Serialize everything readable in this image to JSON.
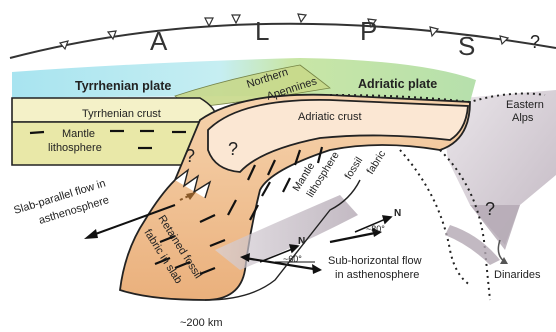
{
  "alps_letters": [
    "A",
    "L",
    "P",
    "S"
  ],
  "plates": {
    "tyrrhenian": "Tyrrhenian plate",
    "adriatic": "Adriatic plate",
    "northern_1": "Northern",
    "northern_2": "Apennines"
  },
  "labels": {
    "tyrrhenian_crust": "Tyrrhenian crust",
    "mantle_1": "Mantle",
    "mantle_2": "lithosphere",
    "adriatic_crust": "Adriatic crust",
    "eastern_1": "Eastern",
    "eastern_2": "Alps",
    "fossil_1": "Mantle",
    "fossil_2": "lithosphere",
    "fossil_3": "fossil",
    "fossil_4": "fabric",
    "slab_parallel_1": "Slab-parallel flow in",
    "slab_parallel_2": "asthenosphere",
    "retained_1": "Retained fossil",
    "retained_2": "fabric in slab",
    "sub_horizontal_1": "Sub-horizontal flow",
    "sub_horizontal_2": "in asthenosphere",
    "dinarides": "Dinarides",
    "depth": "~200 km",
    "north_1": "N",
    "north_2": "N",
    "angle_1": "~60°",
    "angle_2": "~80°",
    "question": "?"
  },
  "colors": {
    "tyrrhenian_plate": "#a8e4f0",
    "adriatic_plate": "#b6e0ac",
    "tyrrhenian_crust": "#f4f1c8",
    "mantle_lithosphere": "#e9e8a8",
    "adriatic_slab": "#f2c89a",
    "slab_dark": "#e8aa74",
    "adriatic_crust": "#fbe7d3",
    "eastern_alps": "#d6d0d6",
    "asthenosphere_arrows": "#c9c0c9"
  }
}
